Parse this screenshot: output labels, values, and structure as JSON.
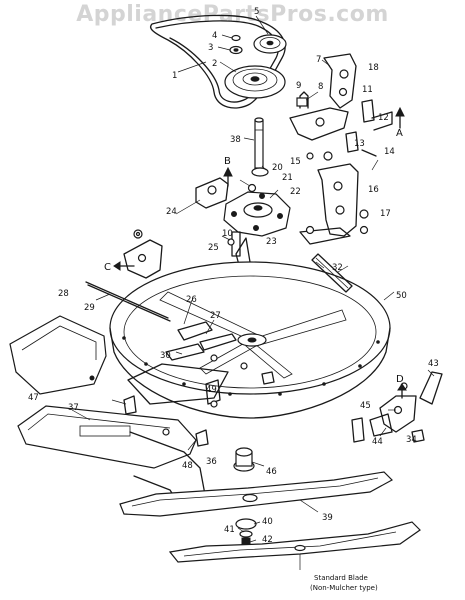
{
  "watermark": "AppliancePartsPros.com",
  "part_numbers": [
    "1",
    "2",
    "3",
    "4",
    "5",
    "7",
    "8",
    "9",
    "10",
    "11",
    "12",
    "13",
    "14",
    "15",
    "16",
    "17",
    "18",
    "20",
    "21",
    "22",
    "23",
    "24",
    "25",
    "26",
    "27",
    "28",
    "29",
    "30",
    "32",
    "34",
    "36",
    "37",
    "38",
    "39",
    "40",
    "41",
    "42",
    "43",
    "44",
    "45",
    "46",
    "47",
    "48",
    "49",
    "50"
  ],
  "reference_letters": [
    "A",
    "B",
    "C",
    "D"
  ],
  "captions": {
    "standard_blade_line1": "Standard Blade",
    "standard_blade_line2": "(Non-Mulcher type)"
  }
}
